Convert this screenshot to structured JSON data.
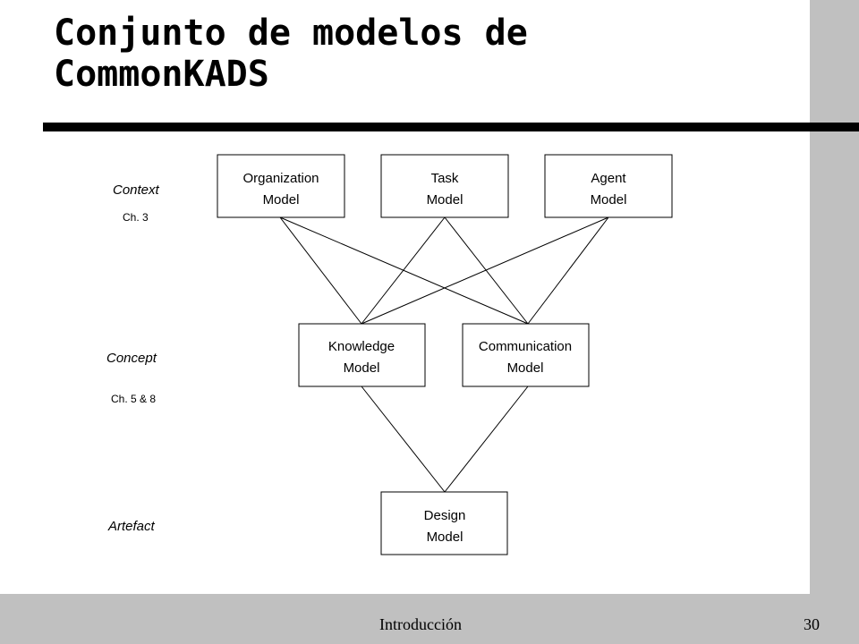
{
  "slide": {
    "title_lines": [
      "Conjunto de modelos de",
      "CommonKADS"
    ],
    "footer_text": "Introducción",
    "page_number": "30"
  },
  "diagram": {
    "levels": [
      {
        "label": "Context",
        "ref": "Ch. 3"
      },
      {
        "label": "Concept",
        "ref": "Ch. 5 & 8"
      },
      {
        "label": "Artefact",
        "ref": ""
      }
    ],
    "models": [
      {
        "id": "organization",
        "line1": "Organization",
        "line2": "Model"
      },
      {
        "id": "task",
        "line1": "Task",
        "line2": "Model"
      },
      {
        "id": "agent",
        "line1": "Agent",
        "line2": "Model"
      },
      {
        "id": "knowledge",
        "line1": "Knowledge",
        "line2": "Model"
      },
      {
        "id": "communication",
        "line1": "Communication",
        "line2": "Model"
      },
      {
        "id": "design",
        "line1": "Design",
        "line2": "Model"
      }
    ],
    "links": [
      [
        "organization",
        "knowledge"
      ],
      [
        "organization",
        "communication"
      ],
      [
        "task",
        "knowledge"
      ],
      [
        "task",
        "communication"
      ],
      [
        "agent",
        "knowledge"
      ],
      [
        "agent",
        "communication"
      ],
      [
        "knowledge",
        "design"
      ],
      [
        "communication",
        "design"
      ]
    ]
  }
}
